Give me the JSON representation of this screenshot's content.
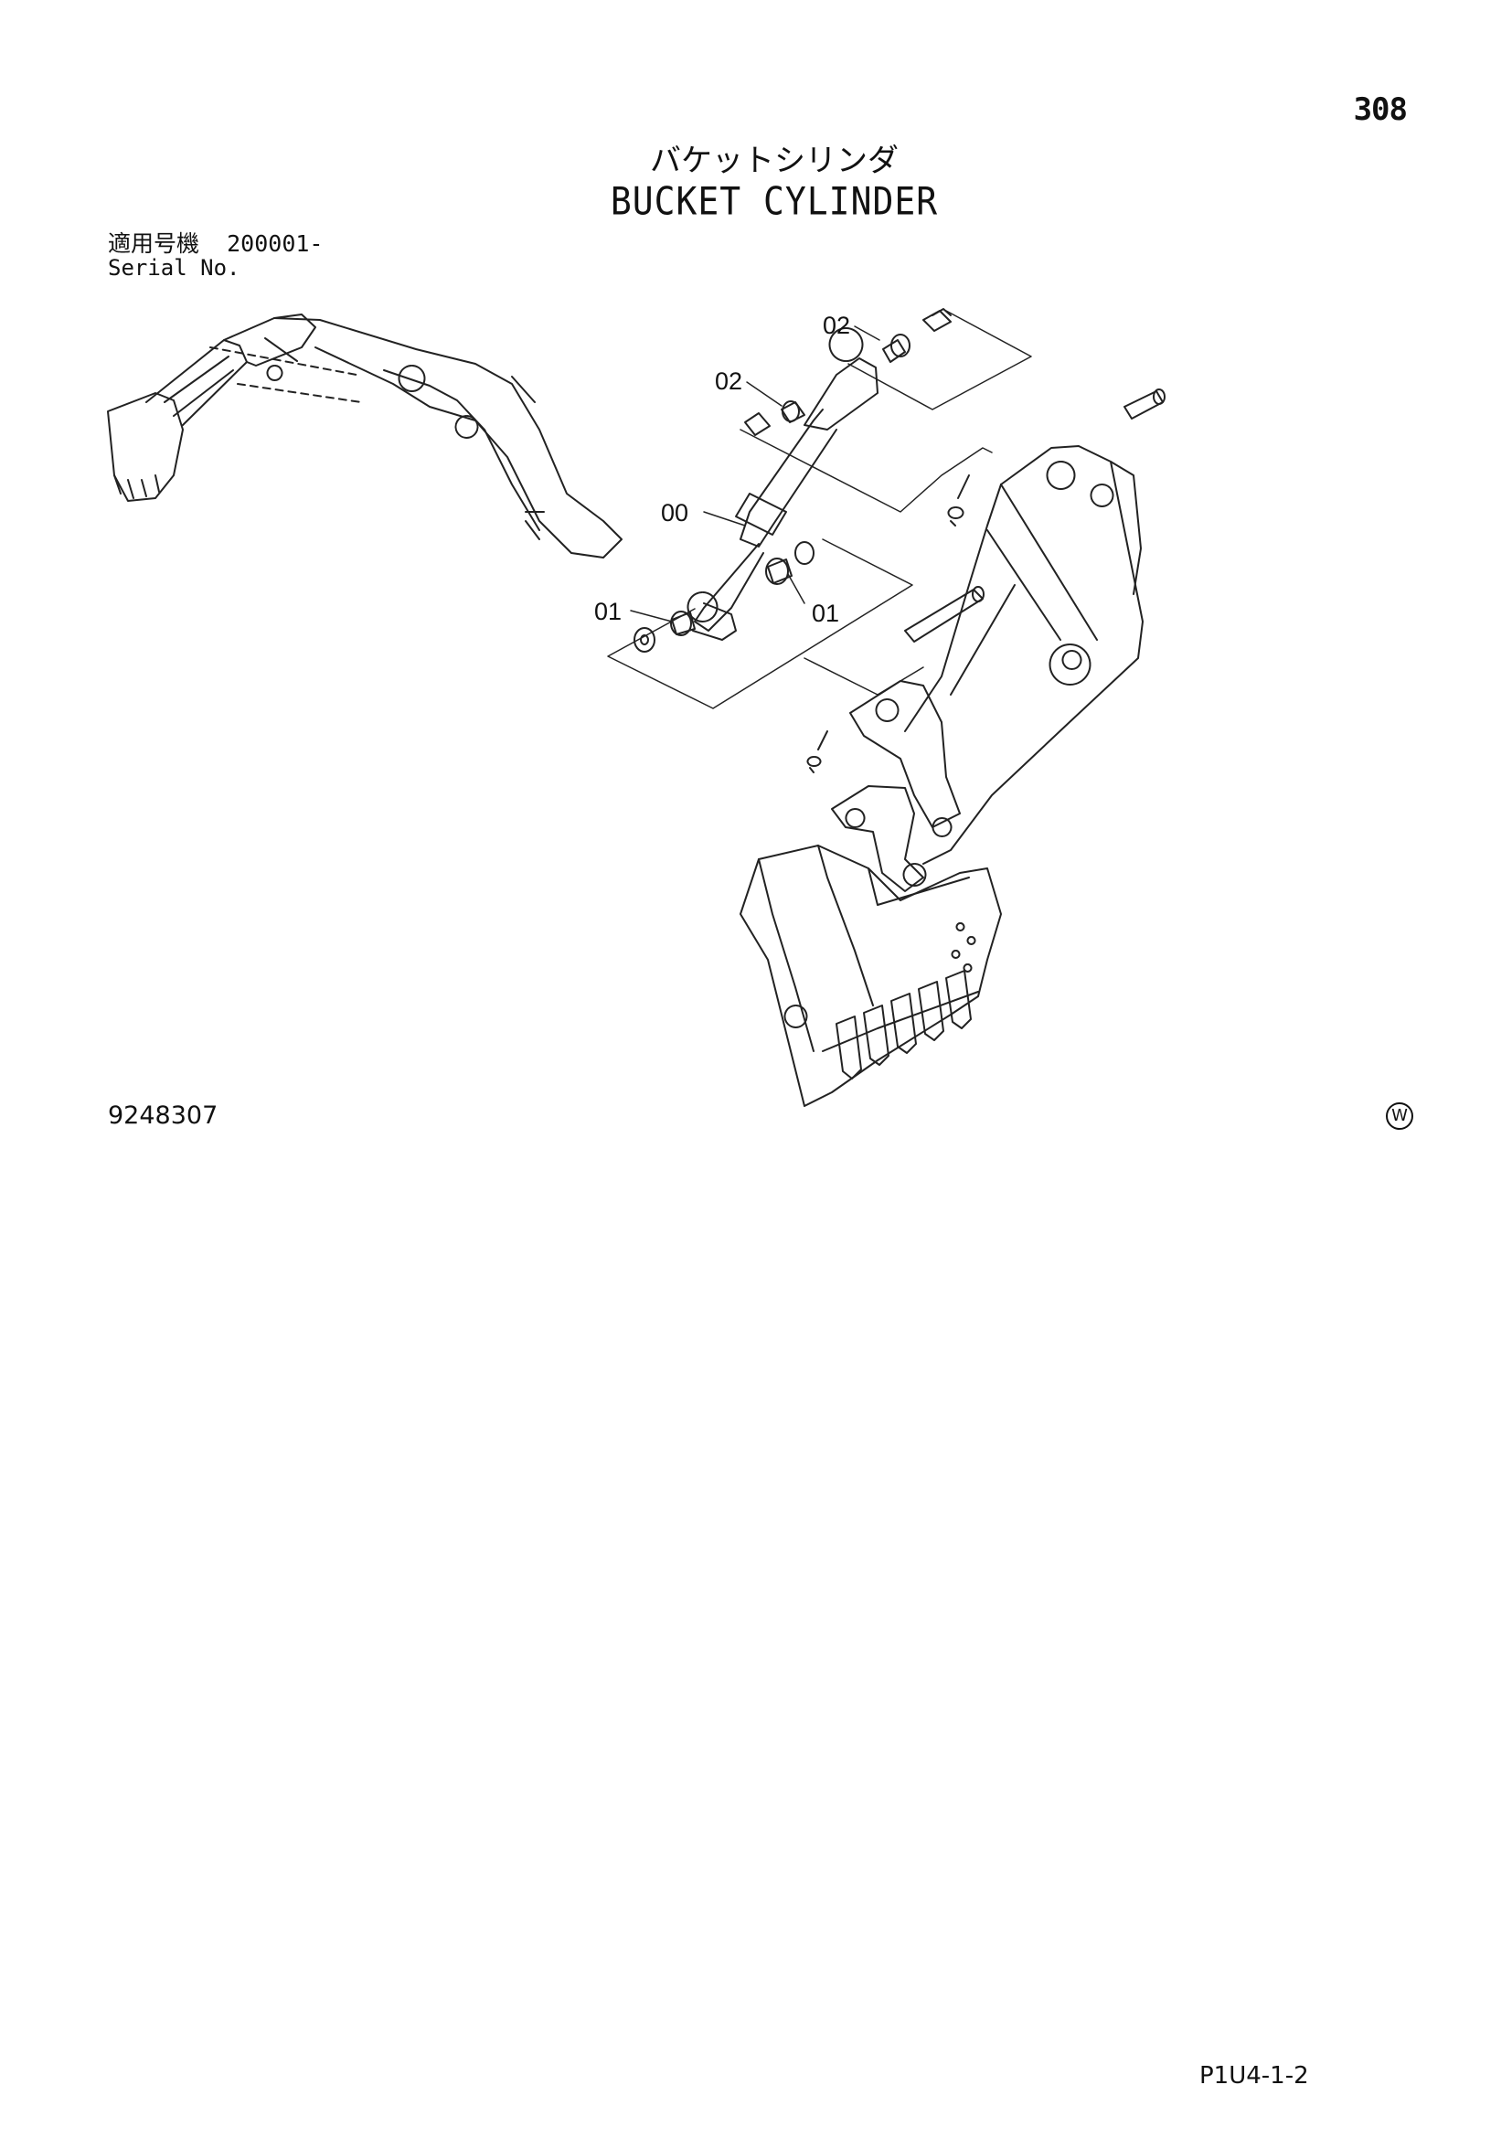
{
  "header": {
    "page_number": "308",
    "title_jp": "バケットシリンダ",
    "title_en": "BUCKET CYLINDER"
  },
  "serial": {
    "label_jp": "適用号機",
    "range": "200001-",
    "label_en": "Serial No."
  },
  "callouts": [
    "02",
    "02",
    "00",
    "01",
    "01"
  ],
  "footer": {
    "figure_code": "9248307",
    "mark": "W",
    "page_ref": "P1U4-1-2"
  }
}
